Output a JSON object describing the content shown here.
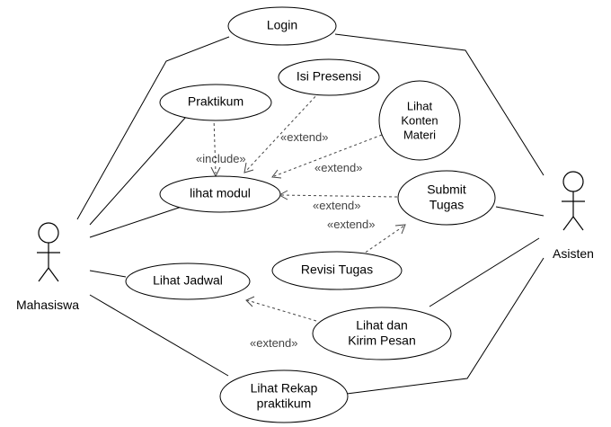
{
  "actors": {
    "mahasiswa": "Mahasiswa",
    "asisten": "Asisten"
  },
  "use_cases": {
    "login": "Login",
    "isi_presensi": "Isi Presensi",
    "praktikum": "Praktikum",
    "lihat_konten_materi": [
      "Lihat",
      "Konten",
      "Materi"
    ],
    "lihat_modul": "lihat modul",
    "submit_tugas": [
      "Submit",
      "Tugas"
    ],
    "revisi_tugas": "Revisi Tugas",
    "lihat_jadwal": "Lihat Jadwal",
    "lihat_kirim_pesan": [
      "Lihat dan",
      "Kirim Pesan"
    ],
    "lihat_rekap": [
      "Lihat Rekap",
      "praktikum"
    ]
  },
  "relationships": {
    "include": "«include»",
    "extend": "«extend»"
  }
}
